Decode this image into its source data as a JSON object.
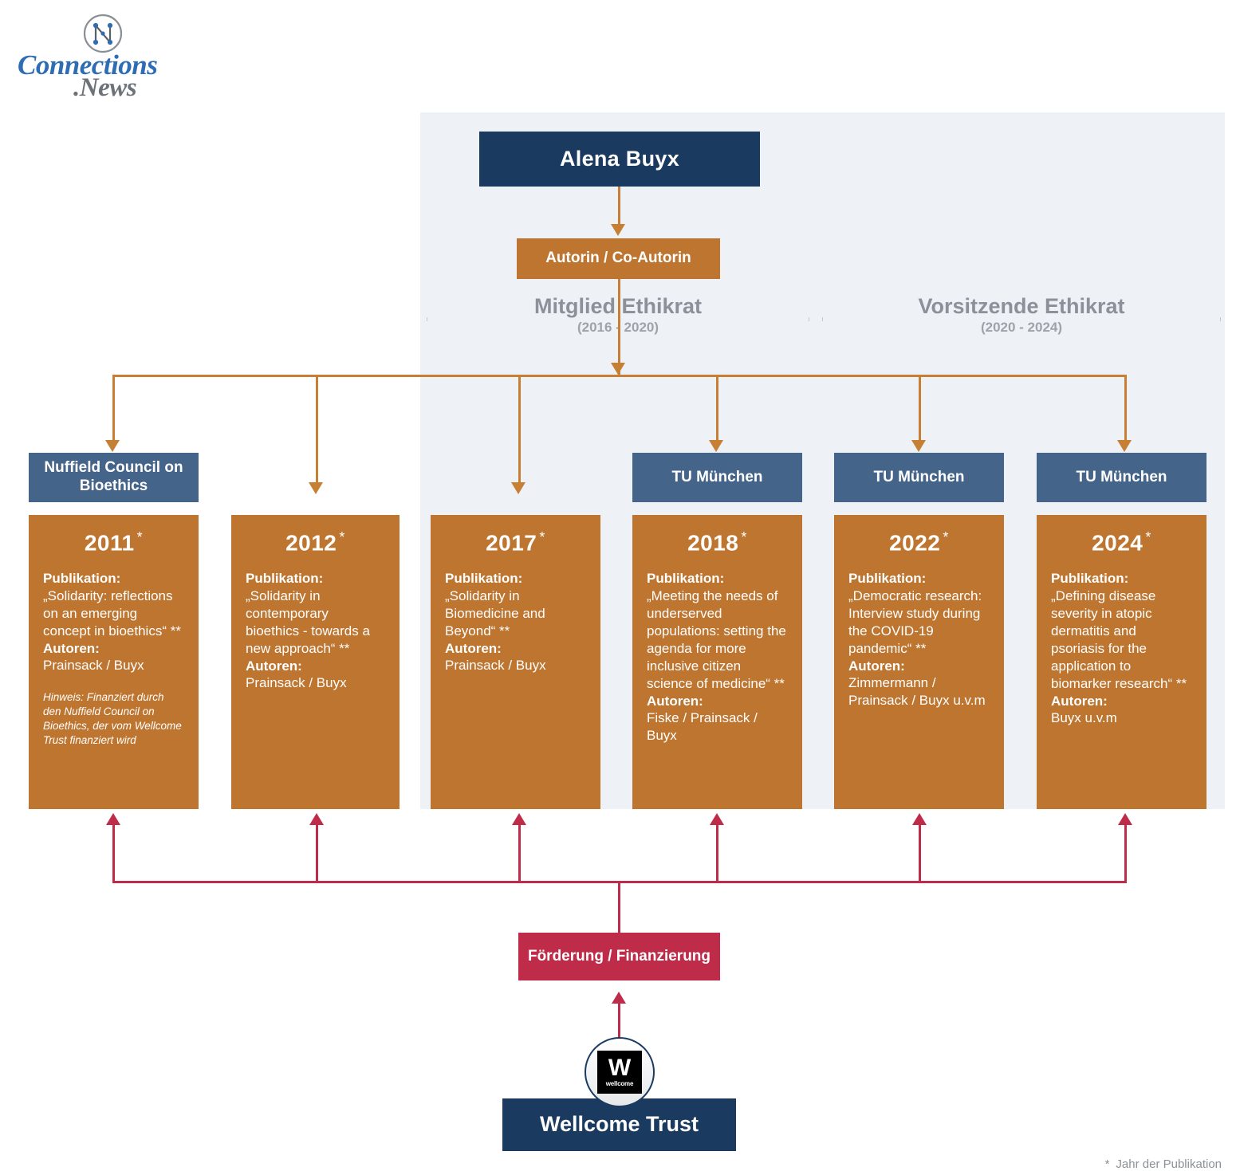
{
  "brand": {
    "logo_icon": "connections-network-circle-icon",
    "name_primary": "Connections",
    "name_secondary": ".News"
  },
  "root": {
    "person_label": "Alena Buyx",
    "role_label": "Autorin / Co-Autorin"
  },
  "brackets": [
    {
      "label": "Mitglied  Ethikrat",
      "years": "(2016 - 2020)"
    },
    {
      "label": "Vorsitzende Ethikrat",
      "years": "(2020 - 2024)"
    }
  ],
  "funding": {
    "hub_label": "Förderung / Finanzierung",
    "funder_label": "Wellcome Trust",
    "funder_badge_icon": "wellcome-logo-icon",
    "funder_badge_mark": "W",
    "funder_badge_word": "wellcome"
  },
  "labels": {
    "publication": "Publikation:",
    "authors": "Autoren:"
  },
  "columns": [
    {
      "affiliation": "Nuffield Council on Bioethics",
      "has_affiliation": true,
      "year": "2011",
      "asterisk": "*",
      "publication": "„Solidarity: reflections on an emerging concept in bioethics“ **",
      "authors": "Prainsack / Buyx",
      "note": "Hinweis: Finanziert durch den Nuffield Council on Bioethics, der vom Wellcome Trust finanziert wird"
    },
    {
      "affiliation": "",
      "has_affiliation": false,
      "year": "2012",
      "asterisk": "*",
      "publication": "„Solidarity in contemporary bioethics - towards a new approach“ **",
      "authors": "Prainsack / Buyx",
      "note": ""
    },
    {
      "affiliation": "",
      "has_affiliation": false,
      "year": "2017",
      "asterisk": "*",
      "publication": "„Solidarity in Biomedicine and Beyond“ **",
      "authors": "Prainsack / Buyx",
      "note": ""
    },
    {
      "affiliation": "TU München",
      "has_affiliation": true,
      "year": "2018",
      "asterisk": "*",
      "publication": "„Meeting the needs of underserved populations: setting the agenda for more inclusive citizen science of medicine“ **",
      "authors": "Fiske / Prainsack / Buyx",
      "note": ""
    },
    {
      "affiliation": "TU München",
      "has_affiliation": true,
      "year": "2022",
      "asterisk": "*",
      "publication": "„Democratic research: Interview study during the COVID-19 pandemic“ **",
      "authors": "Zimmermann / Prainsack / Buyx u.v.m",
      "note": ""
    },
    {
      "affiliation": "TU München",
      "has_affiliation": true,
      "year": "2024",
      "asterisk": "*",
      "publication": "„Defining disease severity in atopic dermatitis and psoriasis for the application to biomarker research“ **",
      "authors": "Buyx u.v.m",
      "note": ""
    }
  ],
  "footnote": {
    "marker": "*",
    "text": "Jahr der Publikation"
  },
  "colors": {
    "navy": "#1a3a5f",
    "steel": "#45648a",
    "orange": "#bd7530",
    "orange_line": "#c67f33",
    "crimson": "#bf2c49",
    "panel": "#eef1f6",
    "logo_blue": "#2e6db4",
    "logo_gray": "#6d7278",
    "bracket_gray": "#8c9098"
  }
}
